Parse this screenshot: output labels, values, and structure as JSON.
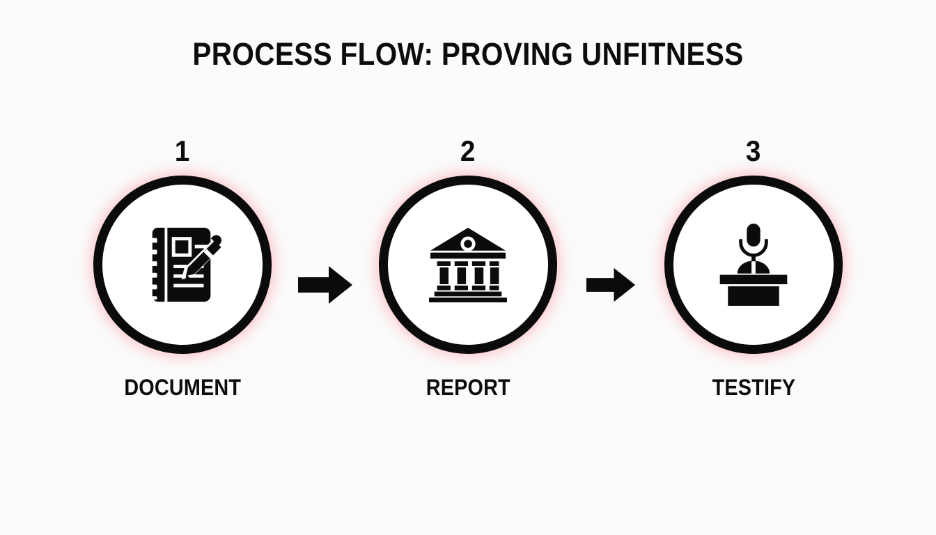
{
  "page": {
    "title": "PROCESS FLOW: PROVING UNFITNESS",
    "background_color": "#fbfbfb",
    "ink_color": "#0b0b0b",
    "glow_color": "#ff5060"
  },
  "flow": {
    "steps": [
      {
        "number": "1",
        "label": "DOCUMENT",
        "icon": "notebook-pencil-icon"
      },
      {
        "number": "2",
        "label": "REPORT",
        "icon": "courthouse-icon"
      },
      {
        "number": "3",
        "label": "TESTIFY",
        "icon": "witness-podium-microphone-icon"
      }
    ],
    "connectors": [
      {
        "icon": "arrow-right-icon",
        "from": "1",
        "to": "2"
      },
      {
        "icon": "arrow-right-icon",
        "from": "2",
        "to": "3"
      }
    ]
  }
}
